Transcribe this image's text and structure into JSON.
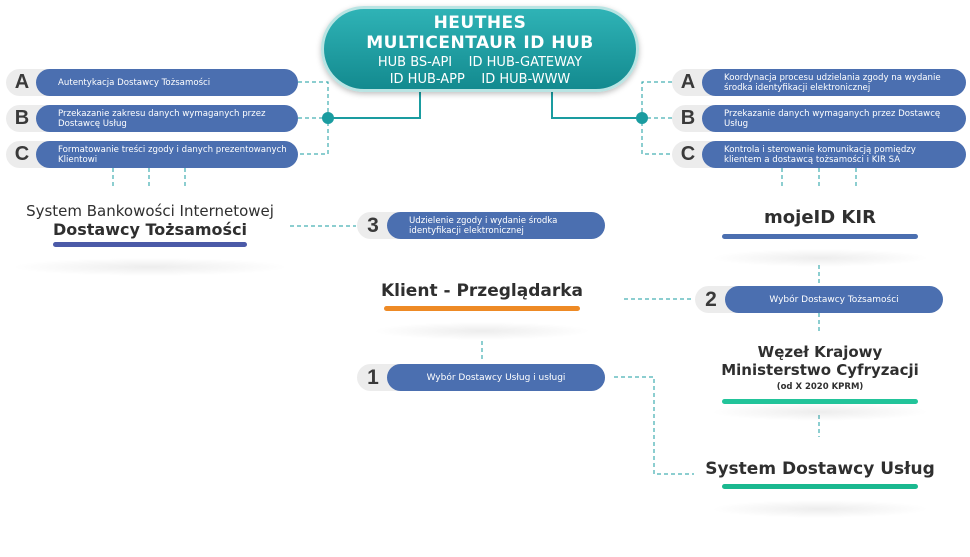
{
  "hub": {
    "line1": "HEUTHES",
    "line2": "MULTICENTAUR ID HUB",
    "line3": "HUB BS-API    ID HUB-GATEWAY",
    "line4": "ID HUB-APP    ID HUB-WWW"
  },
  "left_steps": [
    {
      "key": "A",
      "text": "Autentykacja Dostawcy Tożsamości"
    },
    {
      "key": "B",
      "text": "Przekazanie zakresu danych wymaganych przez Dostawcę Usług"
    },
    {
      "key": "C",
      "text": "Formatowanie treści zgody i danych prezentowanych Klientowi"
    }
  ],
  "right_steps": [
    {
      "key": "A",
      "text": "Koordynacja procesu udzielania zgody na wydanie środka identyfikacji elektronicznej"
    },
    {
      "key": "B",
      "text": "Przekazanie danych wymaganych przez Dostawcę Usług"
    },
    {
      "key": "C",
      "text": "Kontrola i sterowanie komunikacją pomiędzy klientem a dostawcą tożsamości i KIR SA"
    }
  ],
  "flow_steps": [
    {
      "key": "3",
      "text": "Udzielenie zgody i wydanie środka identyfikacji elektronicznej"
    },
    {
      "key": "2",
      "text": "Wybór Dostawcy Tożsamości"
    },
    {
      "key": "1",
      "text": "Wybór Dostawcy Usług i usługi"
    }
  ],
  "nodes": {
    "bank_line1": "System Bankowości Internetowej",
    "bank_line2": "Dostawcy Tożsamości",
    "mojeid": "mojeID KIR",
    "client": "Klient - Przeglądarka",
    "wezel_line1": "Węzeł Krajowy",
    "wezel_line2": "Ministerstwo Cyfryzacji",
    "wezel_note": "(od X 2020 KPRM)",
    "service": "System Dostawcy Usług"
  },
  "colors": {
    "hub": "#1a9ca0",
    "step_bar": "#4b6fb0",
    "bank_underline": "#4b5aa8",
    "mojeid_underline": "#4b6fb0",
    "client_underline": "#ee8a25",
    "wezel_underline": "#22c49a",
    "service_underline": "#1ab88f",
    "connector": "#1a9ca0"
  }
}
